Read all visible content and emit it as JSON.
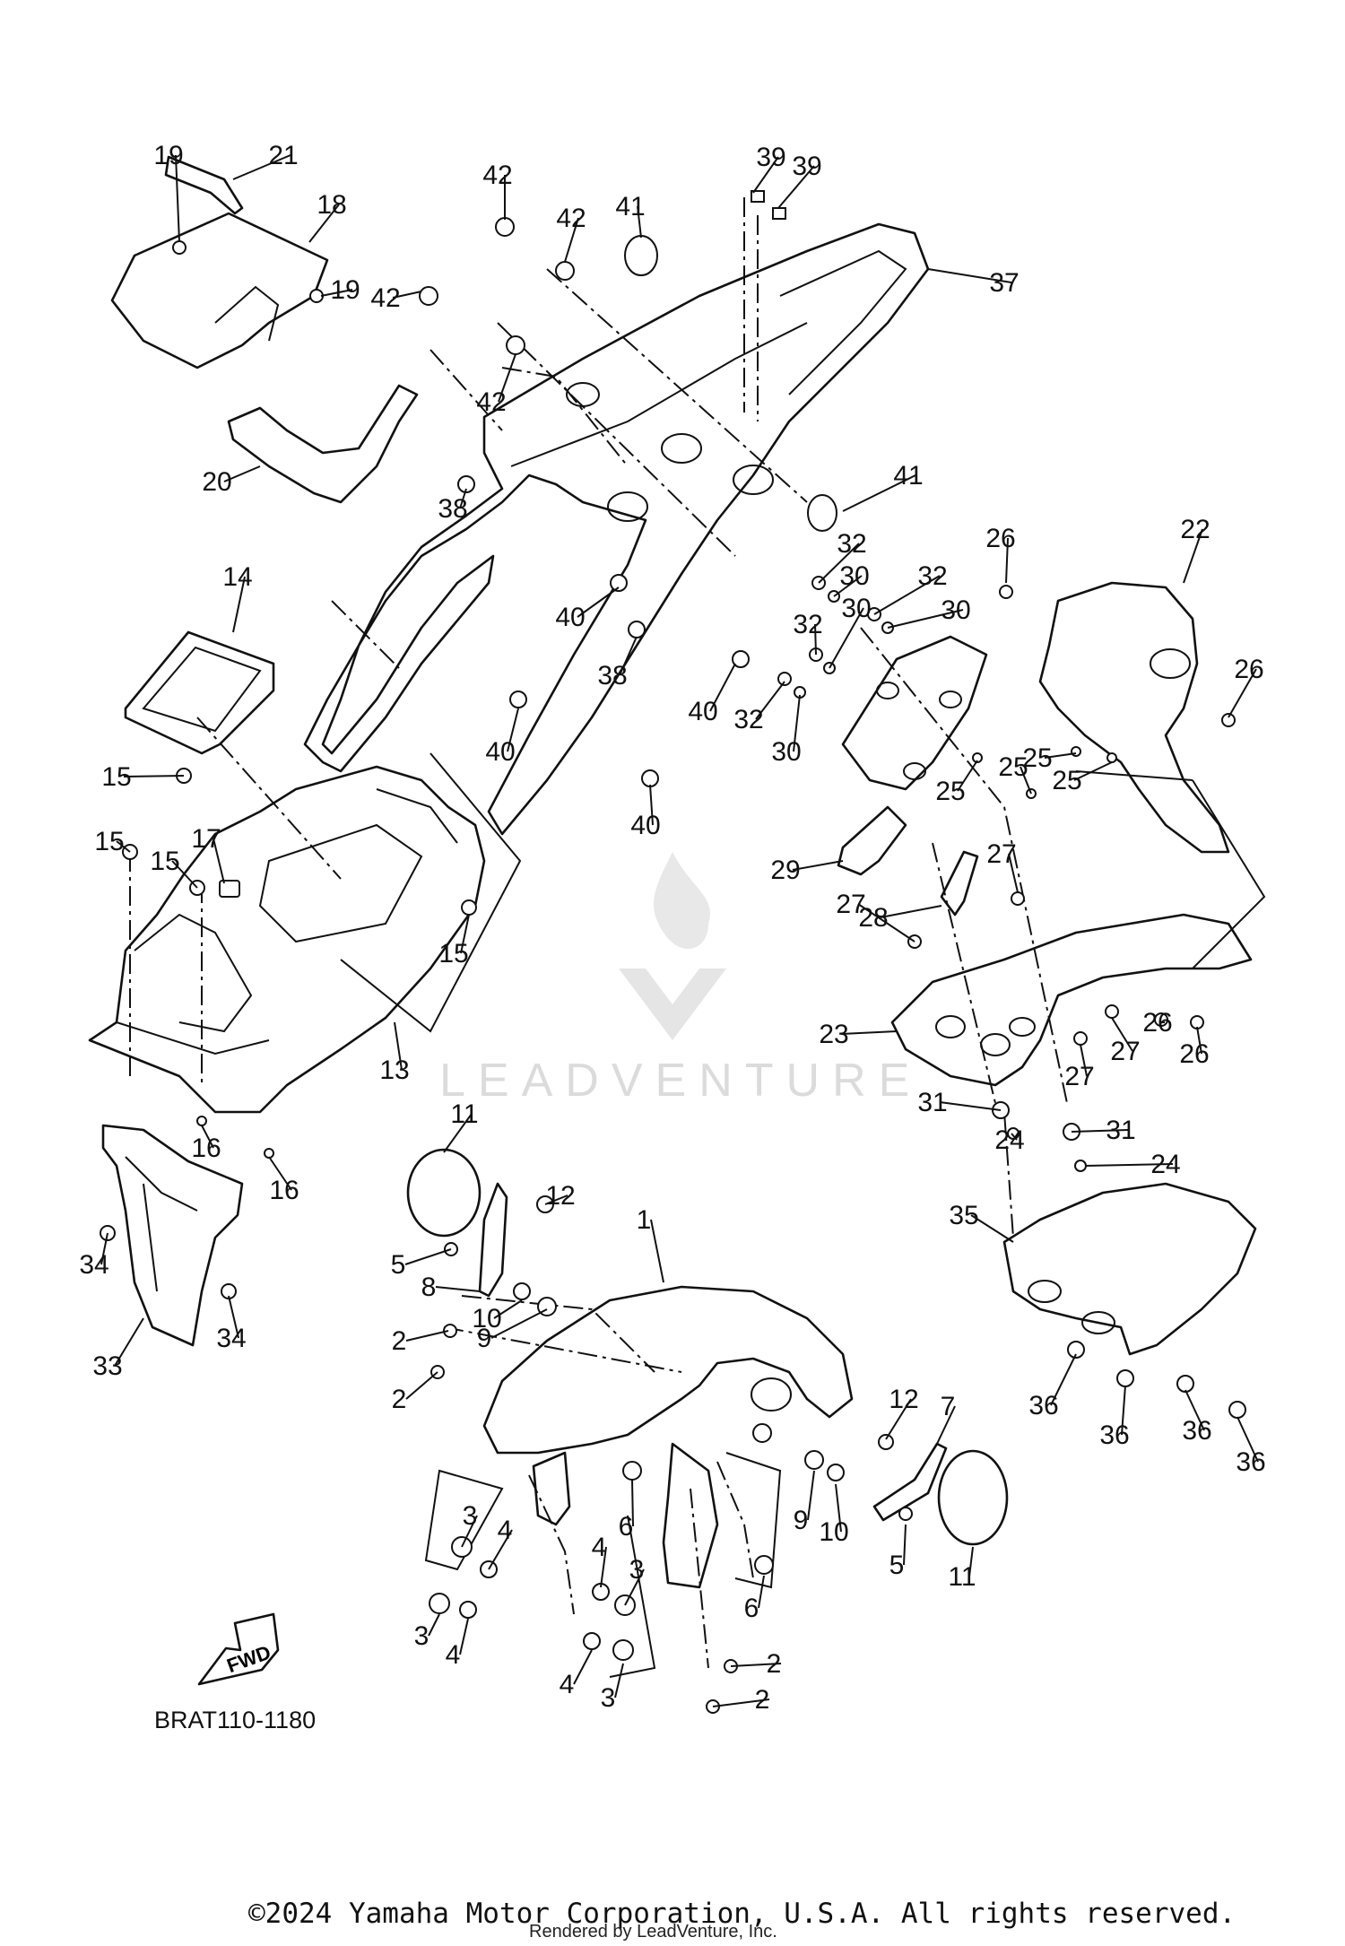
{
  "diagram": {
    "code": "BRAT110-1180",
    "direction_label": "FWD",
    "watermark_text": "LEADVENTURE",
    "copyright": "©2024 Yamaha Motor Corporation, U.S.A. All rights reserved.",
    "rendered_by": "Rendered by LeadVenture, Inc.",
    "callouts": [
      "1",
      "2",
      "3",
      "4",
      "5",
      "6",
      "7",
      "8",
      "9",
      "10",
      "11",
      "12",
      "13",
      "14",
      "15",
      "16",
      "17",
      "18",
      "19",
      "20",
      "21",
      "22",
      "23",
      "24",
      "25",
      "26",
      "27",
      "28",
      "29",
      "30",
      "31",
      "32",
      "33",
      "34",
      "35",
      "36",
      "37",
      "38",
      "39",
      "40",
      "41",
      "42"
    ]
  }
}
